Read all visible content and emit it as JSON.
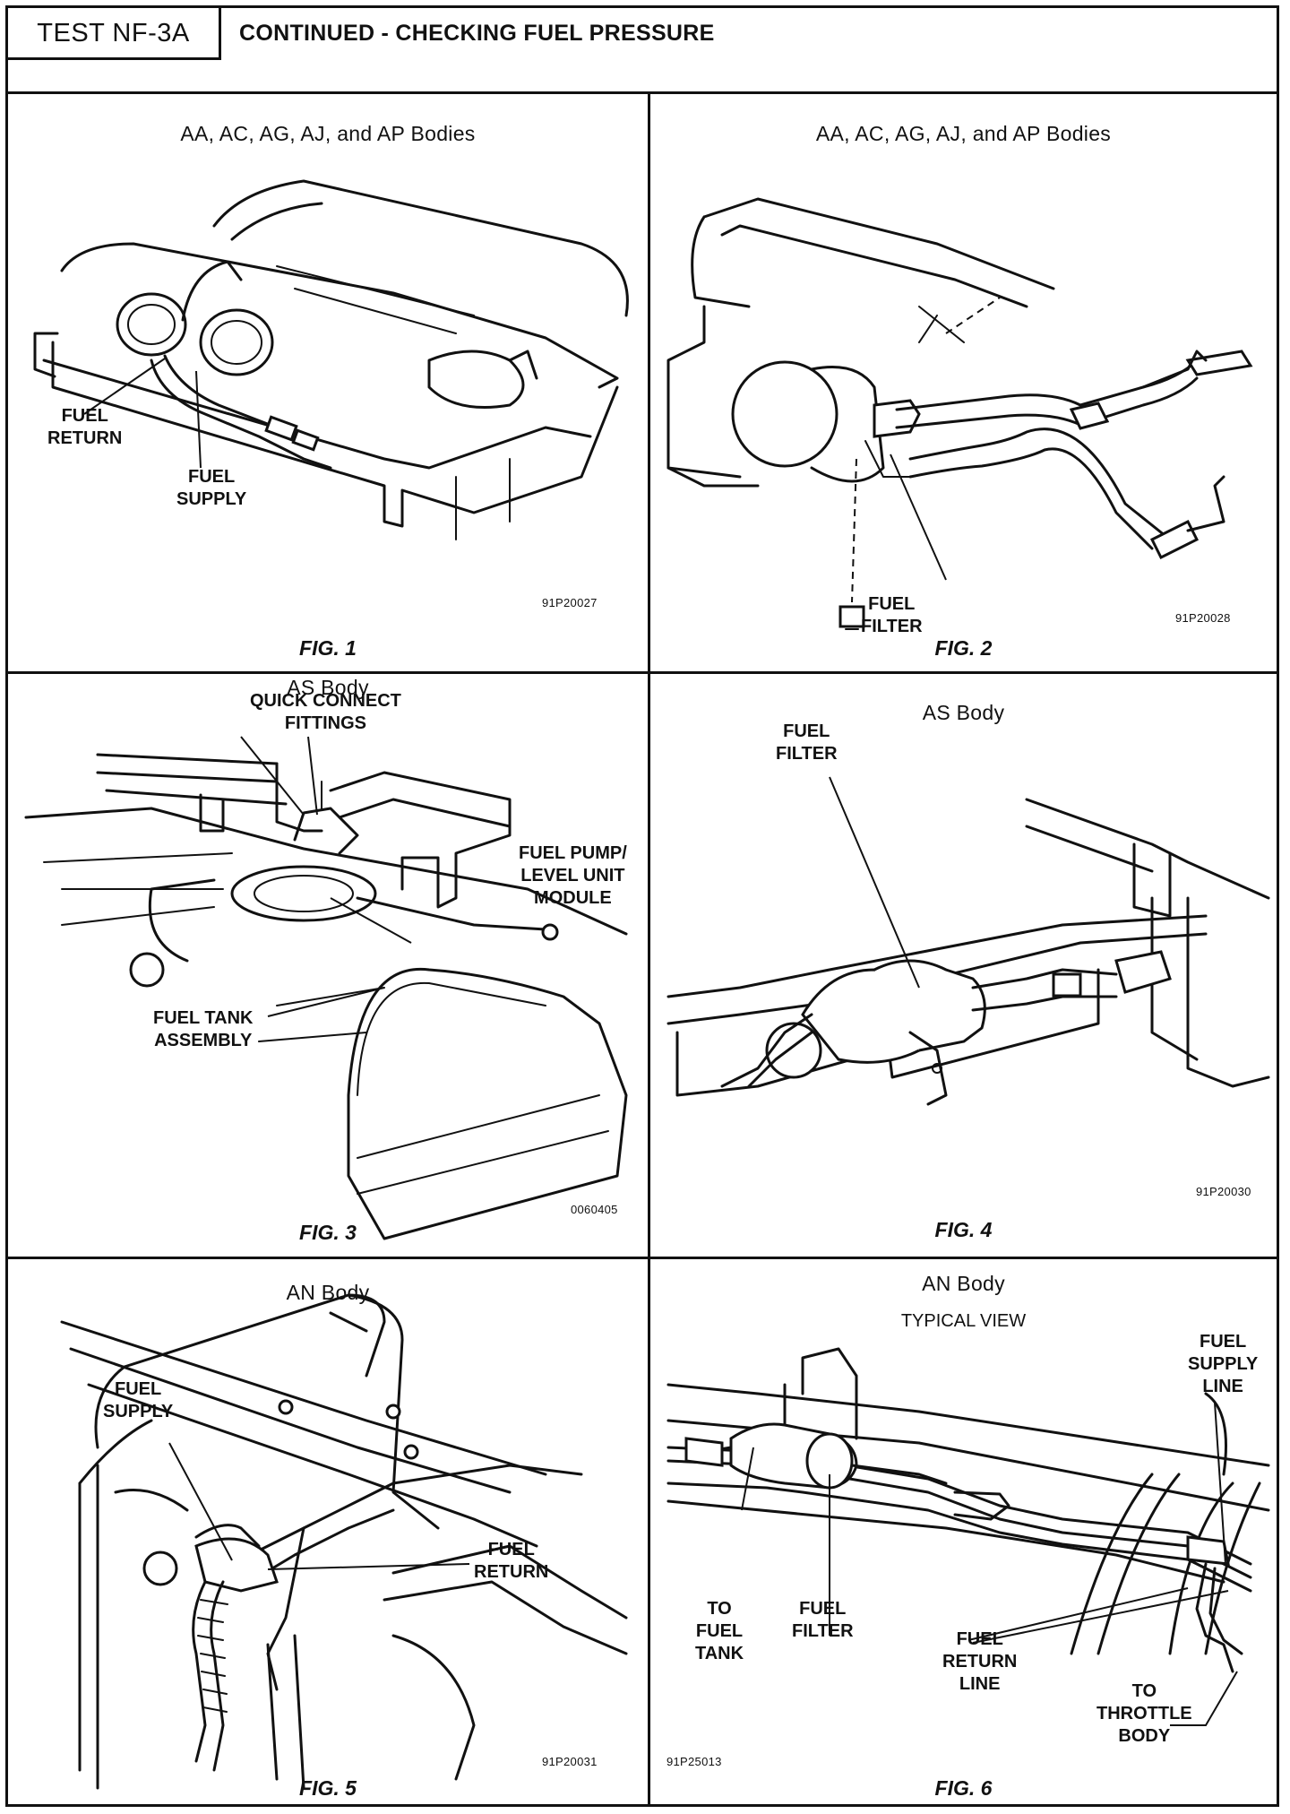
{
  "header": {
    "test_id": "TEST NF-3A",
    "title": "CONTINUED - CHECKING FUEL PRESSURE"
  },
  "panels": [
    {
      "title": "AA, AC, AG, AJ, and AP Bodies",
      "labels": [
        "FUEL\nRETURN",
        "FUEL\nSUPPLY"
      ],
      "code": "91P20027",
      "fig": "FIG. 1"
    },
    {
      "title": "AA, AC, AG, AJ, and AP Bodies",
      "labels": [
        "FUEL\nFILTER"
      ],
      "code": "91P20028",
      "fig": "FIG. 2"
    },
    {
      "title": "AS Body",
      "labels": [
        "QUICK CONNECT\nFITTINGS",
        "FUEL PUMP/\nLEVEL UNIT\nMODULE",
        "FUEL TANK\nASSEMBLY"
      ],
      "code": "0060405",
      "fig": "FIG. 3"
    },
    {
      "title": "AS Body",
      "labels": [
        "FUEL\nFILTER"
      ],
      "code": "91P20030",
      "fig": "FIG. 4"
    },
    {
      "title": "AN Body",
      "labels": [
        "FUEL\nSUPPLY",
        "FUEL\nRETURN"
      ],
      "code": "91P20031",
      "fig": "FIG. 5"
    },
    {
      "title": "AN Body",
      "subtitle": "TYPICAL VIEW",
      "labels": [
        "FUEL\nSUPPLY\nLINE",
        "TO\nFUEL\nTANK",
        "FUEL\nFILTER",
        "FUEL\nRETURN\nLINE",
        "TO\nTHROTTLE\nBODY"
      ],
      "code": "91P25013",
      "fig": "FIG. 6"
    }
  ]
}
